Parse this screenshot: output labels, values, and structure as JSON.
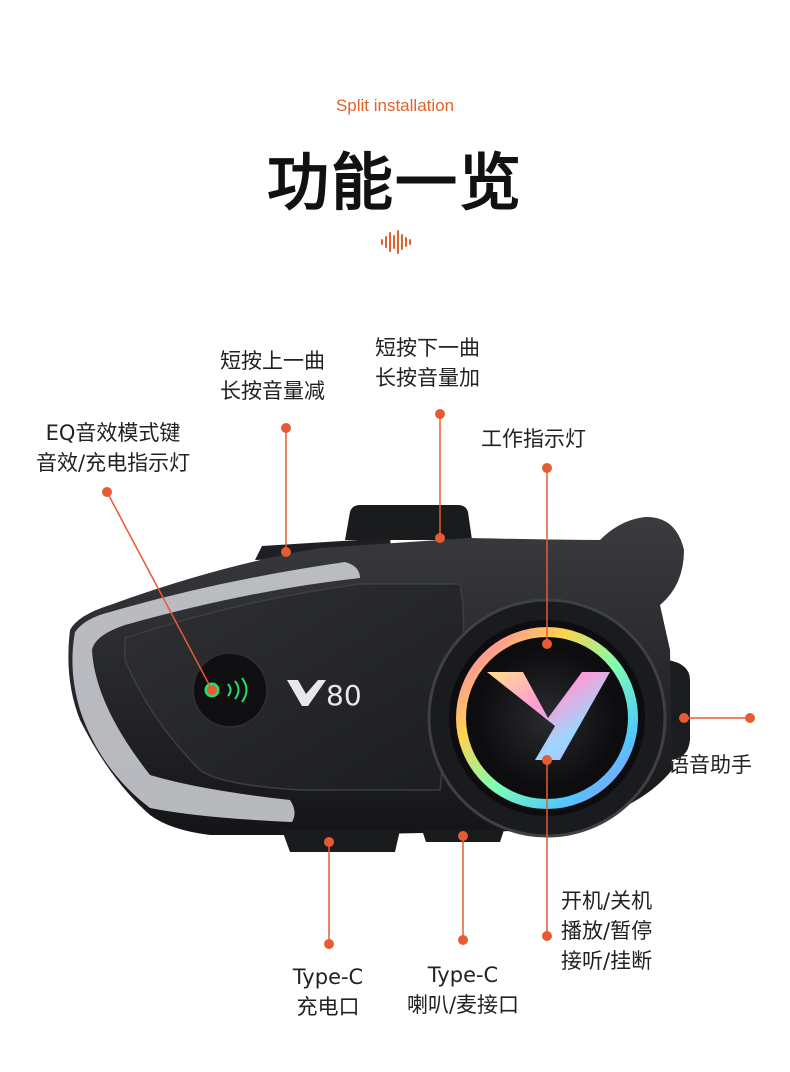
{
  "header": {
    "subtitle": "Split installation",
    "title": "功能一览"
  },
  "device": {
    "model": "80",
    "logo": "Y-logo-icon"
  },
  "callouts": {
    "eq_key": {
      "line1": "EQ音效模式键",
      "line2": "音效/充电指示灯"
    },
    "prev_track": {
      "line1": "短按上一曲",
      "line2": "长按音量减"
    },
    "next_track": {
      "line1": "短按下一曲",
      "line2": "长按音量加"
    },
    "work_light": {
      "line1": "工作指示灯"
    },
    "voice_assistant": {
      "line1": "语音助手"
    },
    "power_play_call": {
      "line1": "开机/关机",
      "line2": "播放/暂停",
      "line3": "接听/挂断"
    },
    "charge_port": {
      "line1": "Type-C",
      "line2": "充电口"
    },
    "speaker_port": {
      "line1": "Type-C",
      "line2": "喇叭/麦接口"
    }
  },
  "colors": {
    "accent": "#e0622a",
    "dot": "#e85a32",
    "body": "#2b2c2f"
  }
}
